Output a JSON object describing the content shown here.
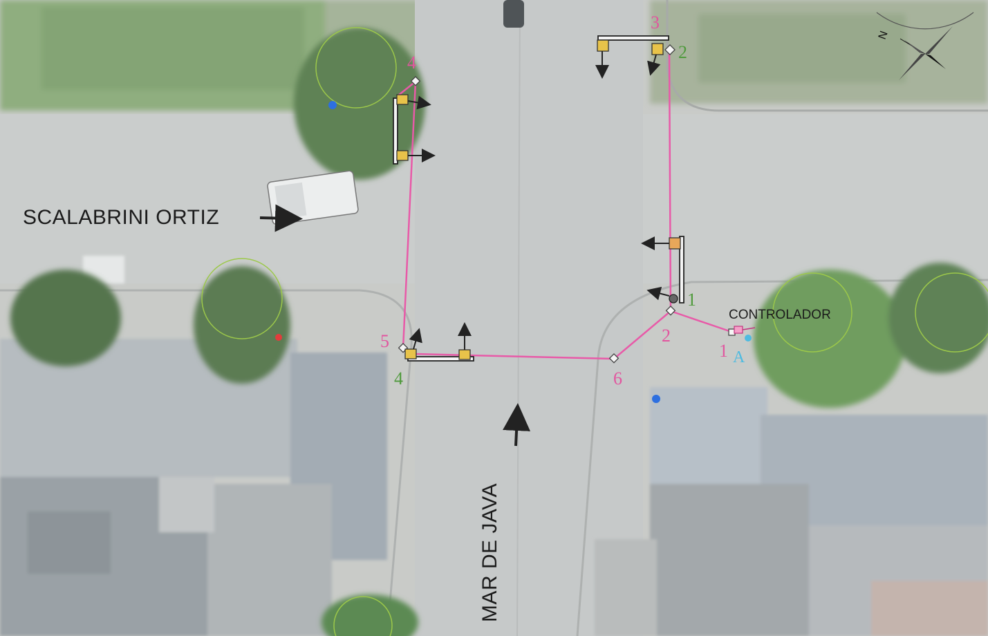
{
  "map": {
    "streets": {
      "horizontal": "SCALABRINI ORTIZ",
      "vertical": "MAR DE JAVA"
    },
    "controller_label": "CONTROLADOR",
    "chambers_pink": [
      {
        "id": "ch-4",
        "label": "4"
      },
      {
        "id": "ch-3",
        "label": "3"
      },
      {
        "id": "ch-5",
        "label": "5"
      },
      {
        "id": "ch-6",
        "label": "6"
      },
      {
        "id": "ch-2",
        "label": "2"
      },
      {
        "id": "ch-1",
        "label": "1"
      }
    ],
    "posts_green": [
      {
        "id": "post-2",
        "label": "2"
      },
      {
        "id": "post-1",
        "label": "1"
      },
      {
        "id": "post-4",
        "label": "4"
      }
    ],
    "controller_mark": "A",
    "colors": {
      "conduit": "#e85aa8",
      "post_label": "#4f9a3c",
      "controller_mark": "#4fbbe0",
      "tree_circle": "#9cc84a"
    },
    "icons": [
      "compass-rose-icon",
      "traffic-light-icon",
      "direction-arrow-icon",
      "tree-marker-icon"
    ]
  }
}
